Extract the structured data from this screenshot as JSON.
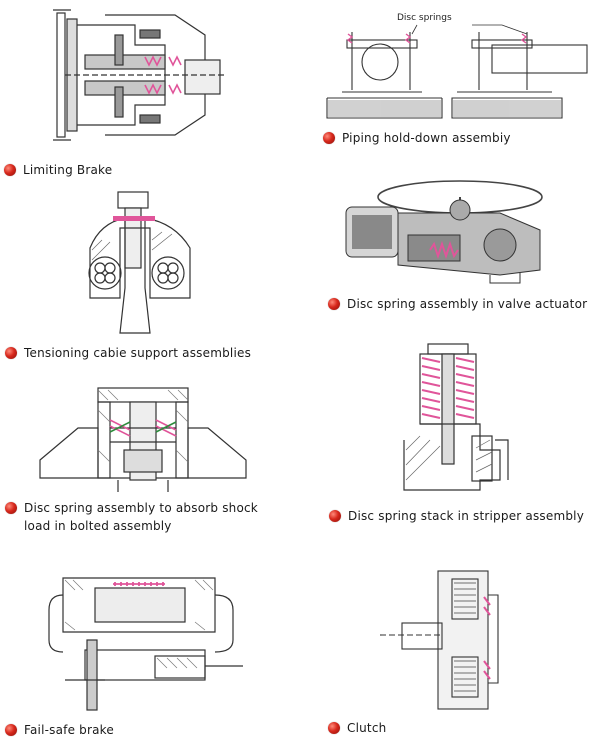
{
  "captions": {
    "limiting_brake": "Limiting Brake",
    "piping": "Piping hold-down assembiy",
    "tensioning": "Tensioning cabie support assemblies",
    "valve_actuator": "Disc spring assembly in valve actuator",
    "shock_load_line1": "Disc spring assembly to absorb shock",
    "shock_load_line2": "load in bolted assembly",
    "stripper": "Disc spring stack in stripper assembly",
    "fail_safe": "Fail-safe brake",
    "clutch": "Clutch"
  },
  "labels": {
    "disc_springs": "Disc springs"
  },
  "colors": {
    "spring": "#e0559a",
    "line": "#333333",
    "bullet": "#d7281c"
  }
}
